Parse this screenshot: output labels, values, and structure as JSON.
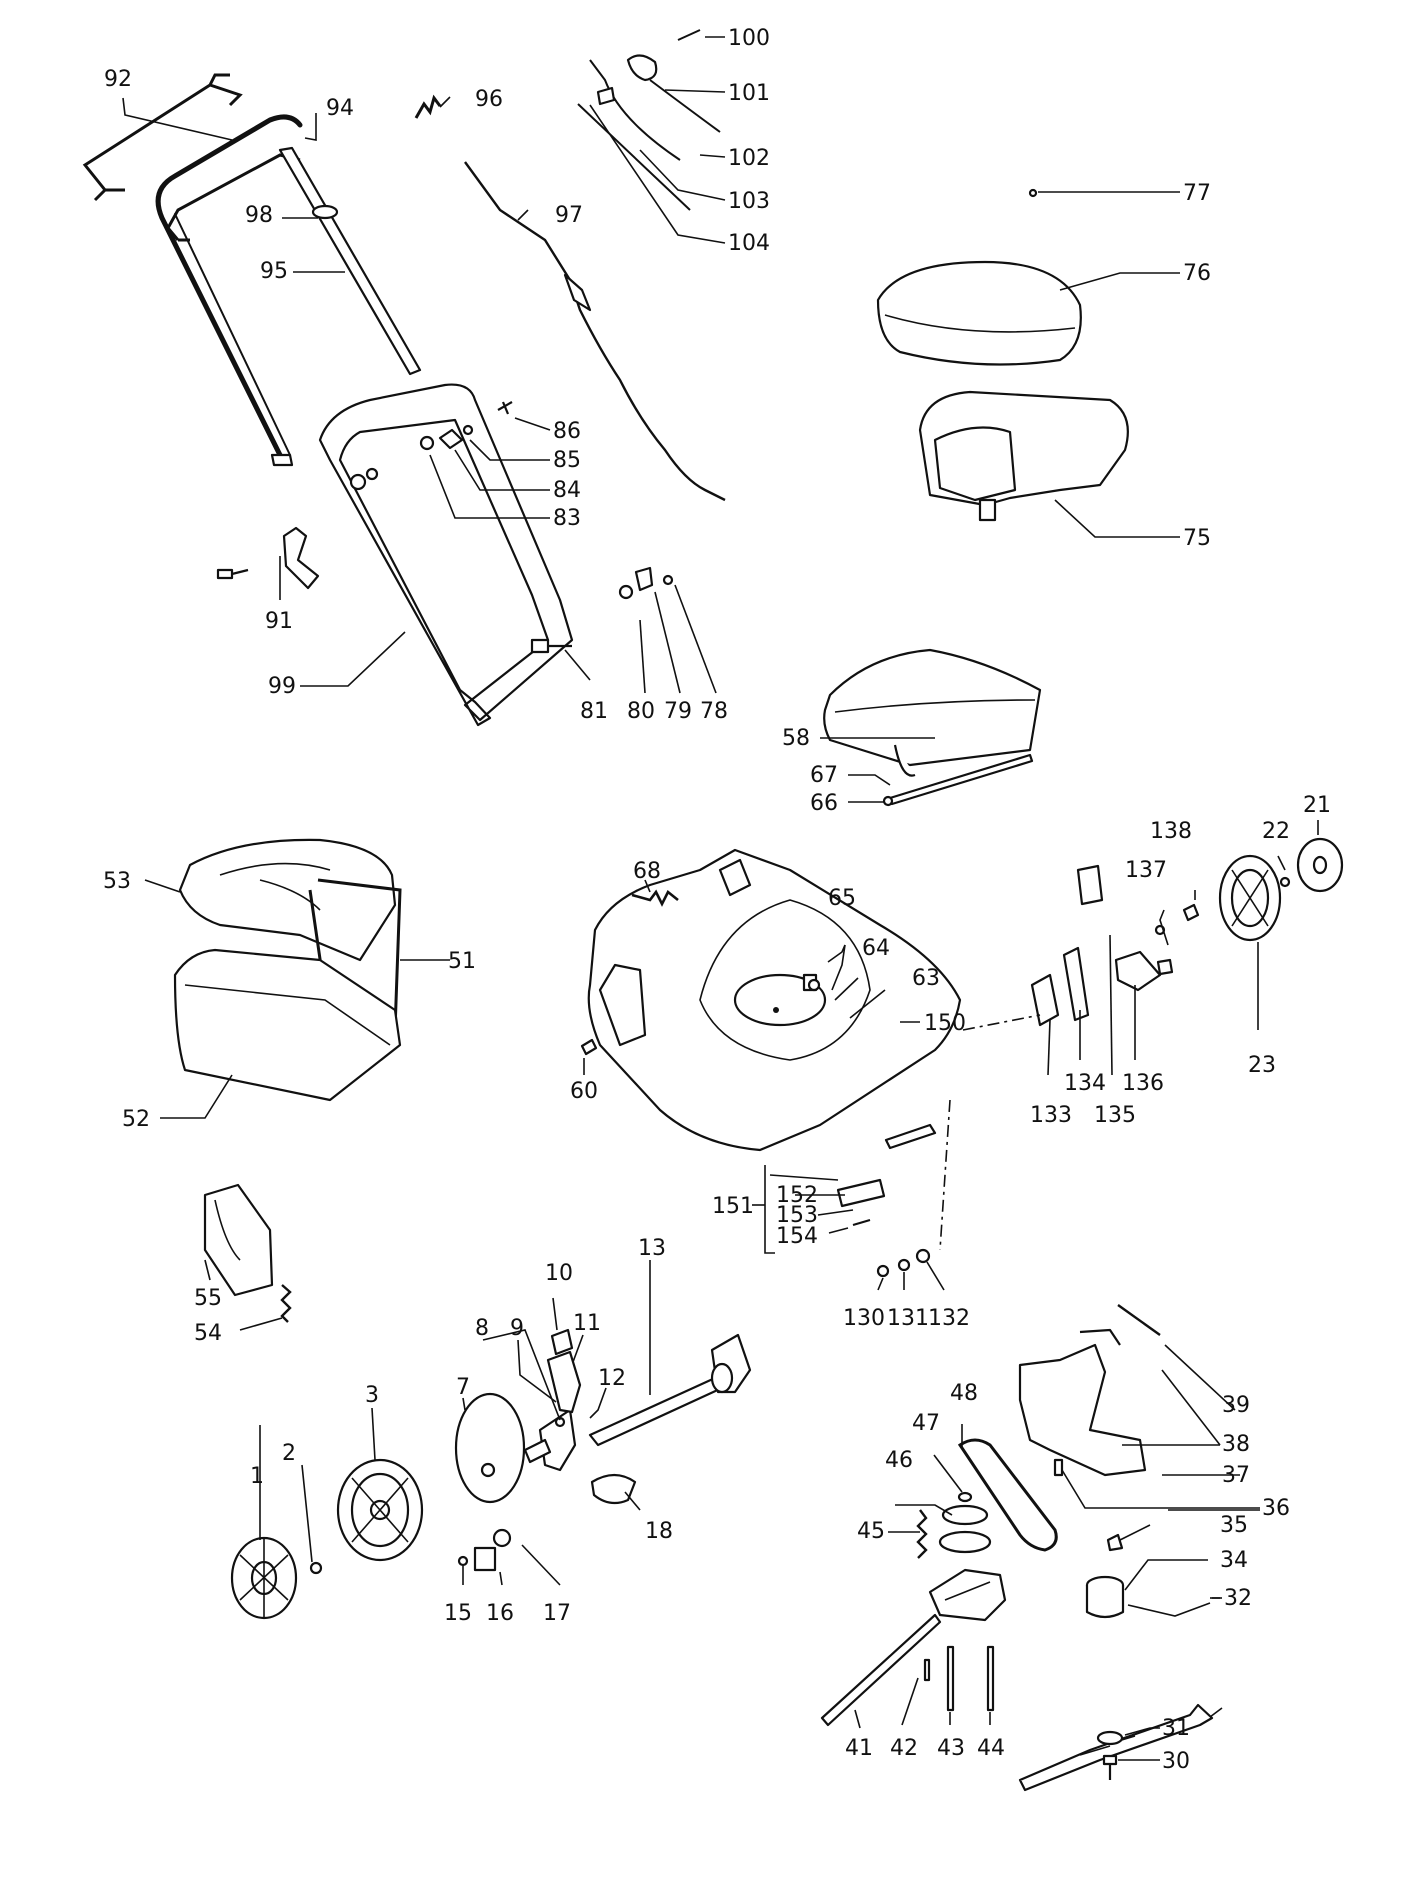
{
  "callouts": {
    "c1": "1",
    "c2": "2",
    "c3": "3",
    "c7": "7",
    "c8": "8",
    "c9": "9",
    "c10": "10",
    "c11": "11",
    "c12": "12",
    "c13": "13",
    "c15": "15",
    "c16": "16",
    "c17": "17",
    "c18": "18",
    "c21": "21",
    "c22": "22",
    "c23": "23",
    "c30": "30",
    "c31": "31",
    "c32": "32",
    "c34": "34",
    "c35": "35",
    "c36": "36",
    "c37": "37",
    "c38": "38",
    "c39": "39",
    "c41": "41",
    "c42": "42",
    "c43": "43",
    "c44": "44",
    "c45": "45",
    "c46": "46",
    "c47": "47",
    "c48": "48",
    "c51": "51",
    "c52": "52",
    "c53": "53",
    "c54": "54",
    "c55": "55",
    "c58": "58",
    "c60": "60",
    "c63": "63",
    "c64": "64",
    "c65": "65",
    "c66": "66",
    "c67": "67",
    "c68": "68",
    "c75": "75",
    "c76": "76",
    "c77": "77",
    "c78": "78",
    "c79": "79",
    "c80": "80",
    "c81": "81",
    "c83": "83",
    "c84": "84",
    "c85": "85",
    "c86": "86",
    "c91": "91",
    "c92": "92",
    "c94": "94",
    "c95": "95",
    "c96": "96",
    "c97": "97",
    "c98": "98",
    "c99": "99",
    "c100": "100",
    "c101": "101",
    "c102": "102",
    "c103": "103",
    "c104": "104",
    "c130": "130",
    "c131": "131",
    "c132": "132",
    "c133": "133",
    "c134": "134",
    "c135": "135",
    "c136": "136",
    "c137": "137",
    "c138": "138",
    "c150": "150",
    "c151": "151",
    "c152": "152",
    "c153": "153",
    "c154": "154"
  }
}
